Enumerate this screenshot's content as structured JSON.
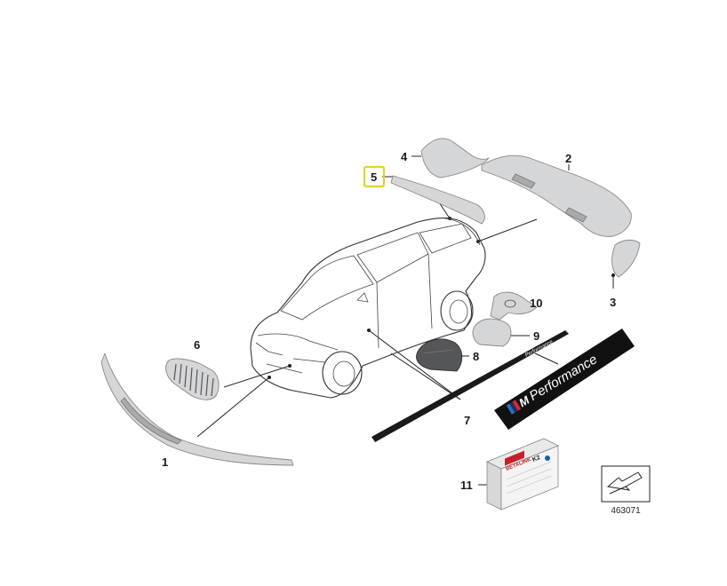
{
  "parts": [
    {
      "num": "1",
      "name": "front-lip-spoiler"
    },
    {
      "num": "2",
      "name": "rear-diffuser"
    },
    {
      "num": "3",
      "name": "rear-side-flap-right"
    },
    {
      "num": "4",
      "name": "rear-side-flap-left"
    },
    {
      "num": "5",
      "name": "roof-spoiler",
      "highlighted": true,
      "highlight_color": "#e5d12a"
    },
    {
      "num": "6",
      "name": "kidney-grille"
    },
    {
      "num": "7",
      "name": "side-sill-decal"
    },
    {
      "num": "8",
      "name": "mirror-cap-carbon"
    },
    {
      "num": "9",
      "name": "mirror-cap"
    },
    {
      "num": "10",
      "name": "mirror-cap-bracket"
    },
    {
      "num": "11",
      "name": "adhesive-kit"
    }
  ],
  "decal": {
    "small_text": "Performance",
    "large_text": "Performance",
    "m_letter": "M",
    "stripe_colors": [
      "#2d6fb7",
      "#1c2f6b",
      "#d7282f"
    ]
  },
  "kit_box": {
    "brand": "BETALINK",
    "model": "K2"
  },
  "diagram_id": "463071"
}
